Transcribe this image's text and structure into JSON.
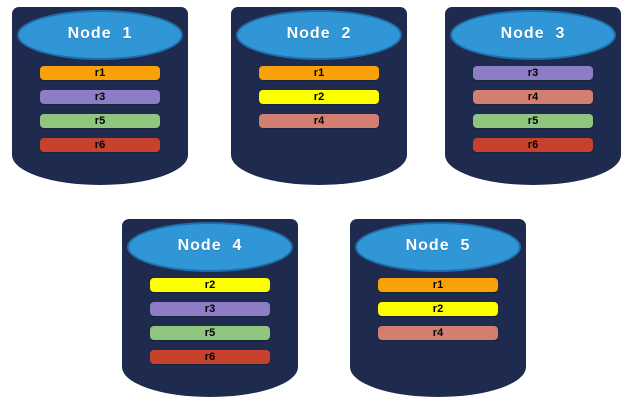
{
  "colors": {
    "cylinder_body": "#1E2B4E",
    "cylinder_top": "#3096D6",
    "cylinder_top_rim": "#1E6FA9",
    "node_label_text": "#FFFFFF",
    "replica_label_text": "#000000",
    "background": "#FFFFFF"
  },
  "replica_colors": {
    "r1": "#F9A109",
    "r2": "#FCFF00",
    "r3": "#8D7DC6",
    "r4": "#D27F72",
    "r5": "#90C57F",
    "r6": "#C7422C"
  },
  "nodes": [
    {
      "label": "Node  1",
      "replicas": [
        "r1",
        "r3",
        "r5",
        "r6"
      ]
    },
    {
      "label": "Node  2",
      "replicas": [
        "r1",
        "r2",
        "r4"
      ]
    },
    {
      "label": "Node  3",
      "replicas": [
        "r3",
        "r4",
        "r5",
        "r6"
      ]
    },
    {
      "label": "Node  4",
      "replicas": [
        "r2",
        "r3",
        "r5",
        "r6"
      ]
    },
    {
      "label": "Node  5",
      "replicas": [
        "r1",
        "r2",
        "r4"
      ]
    }
  ]
}
